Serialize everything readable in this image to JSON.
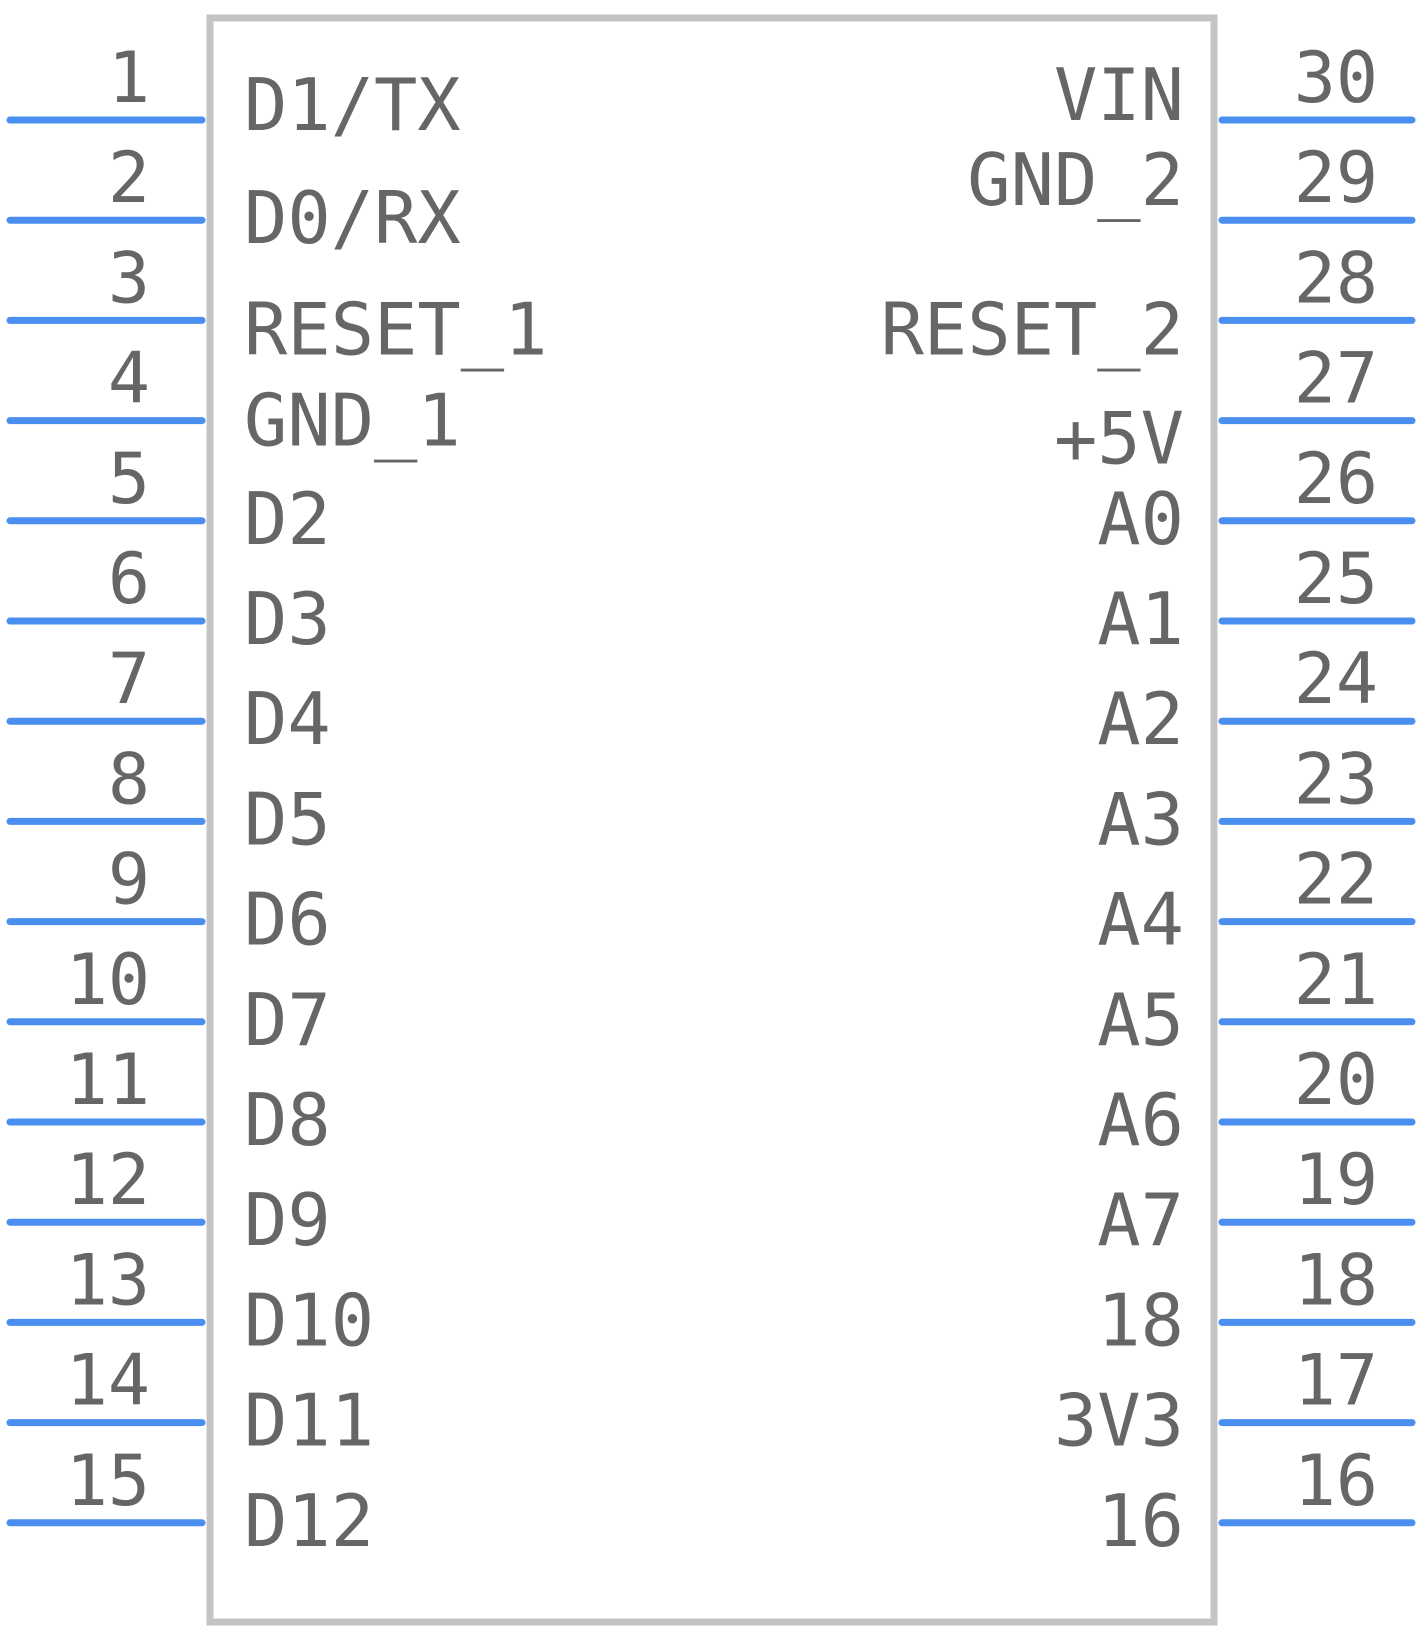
{
  "component": {
    "colors": {
      "pin": "#4a8ff0",
      "outline": "#c4c4c4",
      "text": "#666666"
    },
    "left_pins": [
      {
        "number": "1",
        "label": "D1/TX"
      },
      {
        "number": "2",
        "label": "D0/RX"
      },
      {
        "number": "3",
        "label": "RESET_1"
      },
      {
        "number": "4",
        "label": "GND_1"
      },
      {
        "number": "5",
        "label": "D2"
      },
      {
        "number": "6",
        "label": "D3"
      },
      {
        "number": "7",
        "label": "D4"
      },
      {
        "number": "8",
        "label": "D5"
      },
      {
        "number": "9",
        "label": "D6"
      },
      {
        "number": "10",
        "label": "D7"
      },
      {
        "number": "11",
        "label": "D8"
      },
      {
        "number": "12",
        "label": "D9"
      },
      {
        "number": "13",
        "label": "D10"
      },
      {
        "number": "14",
        "label": "D11"
      },
      {
        "number": "15",
        "label": "D12"
      }
    ],
    "right_pins": [
      {
        "number": "30",
        "label": "VIN"
      },
      {
        "number": "29",
        "label": "GND_2"
      },
      {
        "number": "28",
        "label": "RESET_2"
      },
      {
        "number": "27",
        "label": "+5V"
      },
      {
        "number": "26",
        "label": "A0"
      },
      {
        "number": "25",
        "label": "A1"
      },
      {
        "number": "24",
        "label": "A2"
      },
      {
        "number": "23",
        "label": "A3"
      },
      {
        "number": "22",
        "label": "A4"
      },
      {
        "number": "21",
        "label": "A5"
      },
      {
        "number": "20",
        "label": "A6"
      },
      {
        "number": "19",
        "label": "A7"
      },
      {
        "number": "18",
        "label": "18"
      },
      {
        "number": "17",
        "label": "3V3"
      },
      {
        "number": "16",
        "label": "16"
      }
    ]
  }
}
